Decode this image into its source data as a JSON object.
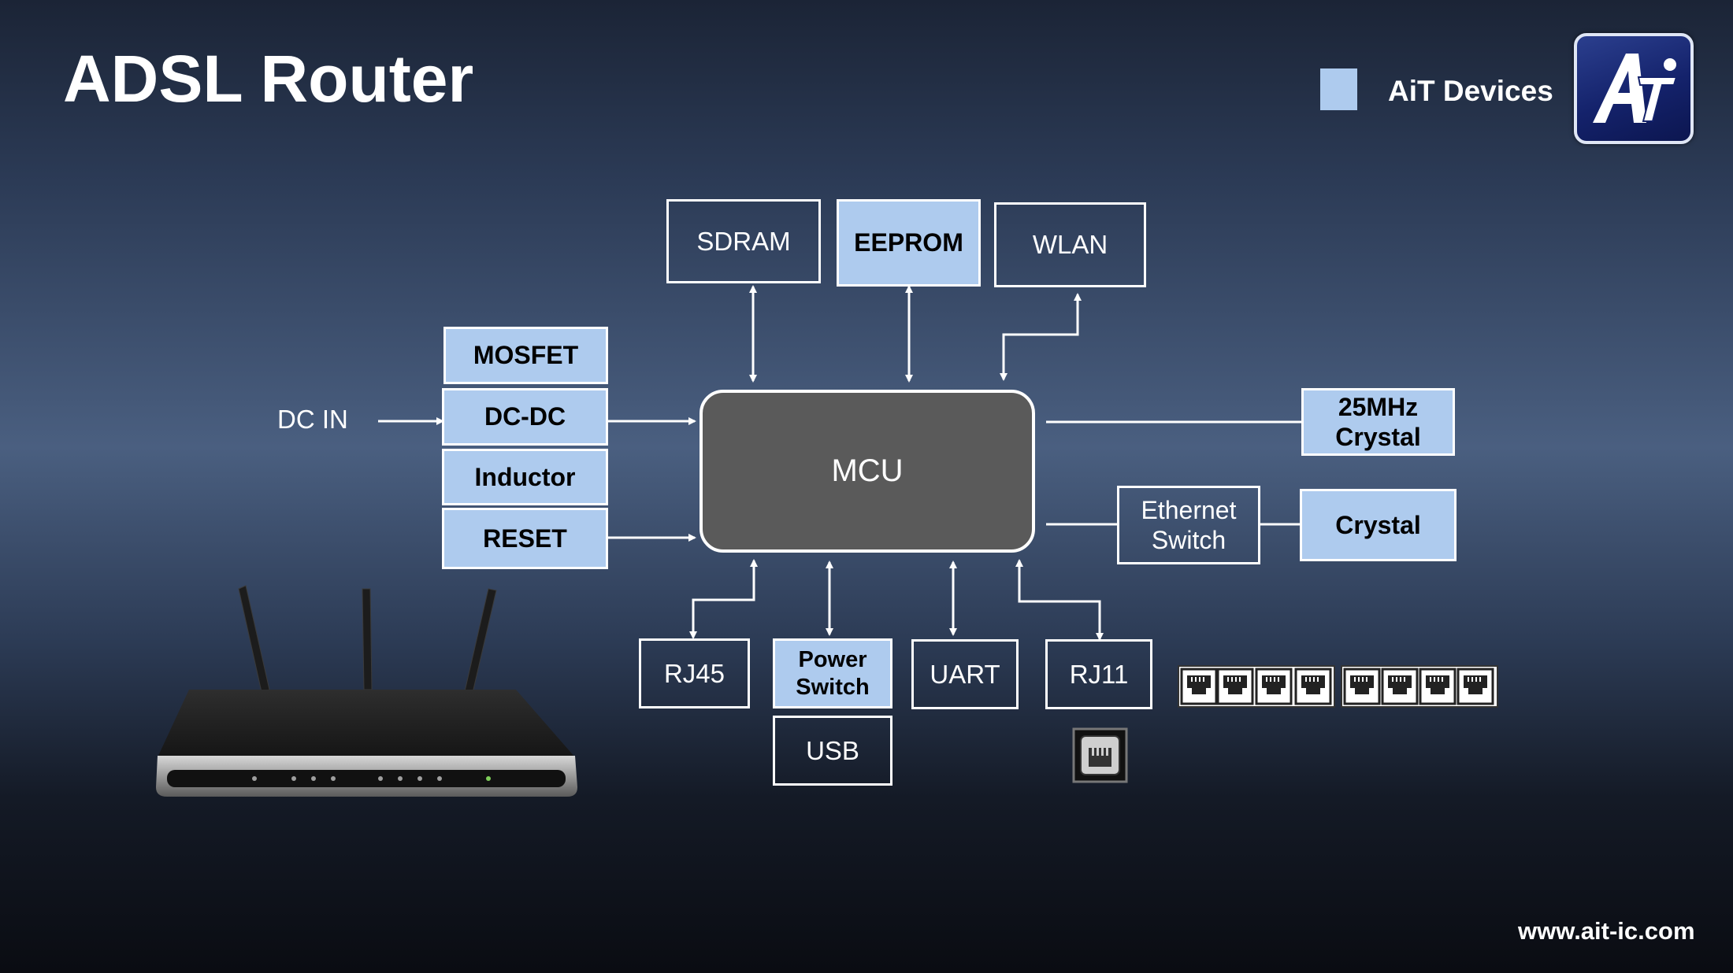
{
  "title": "ADSL Router",
  "legend": {
    "label": "AiT Devices",
    "color": "#aecbee"
  },
  "logo": {
    "text": "AiT",
    "icon": "ait-logo-icon"
  },
  "footer": {
    "url": "www.ait-ic.com"
  },
  "diagram": {
    "input_label": "DC IN",
    "center": "MCU",
    "nodes": {
      "sdram": "SDRAM",
      "eeprom": "EEPROM",
      "wlan": "WLAN",
      "mosfet": "MOSFET",
      "dcdc": "DC-DC",
      "inductor": "Inductor",
      "reset": "RESET",
      "crystal_25": "25MHz Crystal",
      "ethernet_switch": "Ethernet Switch",
      "crystal": "Crystal",
      "rj45": "RJ45",
      "power_switch": "Power Switch",
      "usb": "USB",
      "uart": "UART",
      "rj11": "RJ11"
    },
    "ait_devices": [
      "EEPROM",
      "MOSFET",
      "DC-DC",
      "Inductor",
      "RESET",
      "25MHz Crystal",
      "Crystal",
      "Power Switch"
    ],
    "colors": {
      "ait_fill": "#aecbee",
      "mcu_fill": "#5a5a5a",
      "line": "#ffffff"
    }
  }
}
